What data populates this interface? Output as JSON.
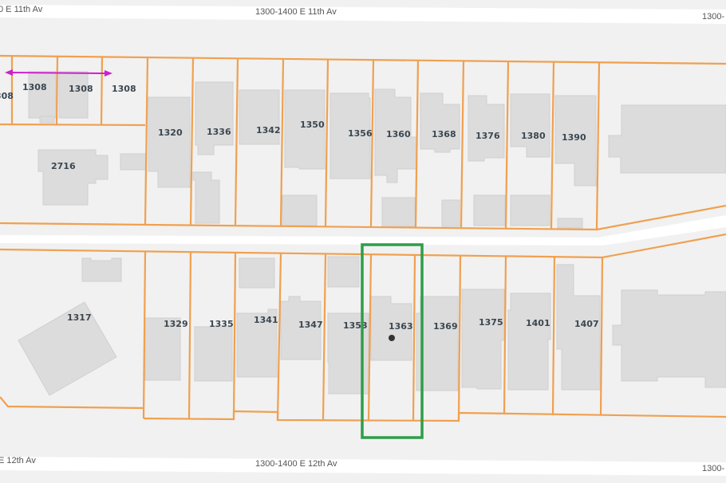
{
  "map": {
    "colors": {
      "background": "#f1f1f1",
      "road": "#ffffff",
      "lot_line": "#f0a050",
      "building": "#dcdcdc",
      "selection": "#2e9e48",
      "measure_arrow": "#cc22cc",
      "label": "#3b4750",
      "marker": "#333333"
    },
    "streets": {
      "north": {
        "label_left": "0 E 11th Av",
        "label_center": "1300-1400 E 11th Av",
        "label_right": "1300-"
      },
      "south": {
        "label_left": "E 12th Av",
        "label_center": "1300-1400 E 12th Av",
        "label_right": "1300-"
      }
    },
    "north_block_addresses": [
      "308",
      "1308",
      "1308",
      "1308",
      "2716",
      "1320",
      "1336",
      "1342",
      "1350",
      "1356",
      "1360",
      "1368",
      "1376",
      "1380",
      "1390"
    ],
    "south_block_addresses": [
      "1317",
      "1329",
      "1335",
      "1341",
      "1347",
      "1353",
      "1363",
      "1369",
      "1375",
      "1401",
      "1407"
    ],
    "selected_parcel": {
      "address": "1363",
      "marker": "location-dot"
    }
  }
}
